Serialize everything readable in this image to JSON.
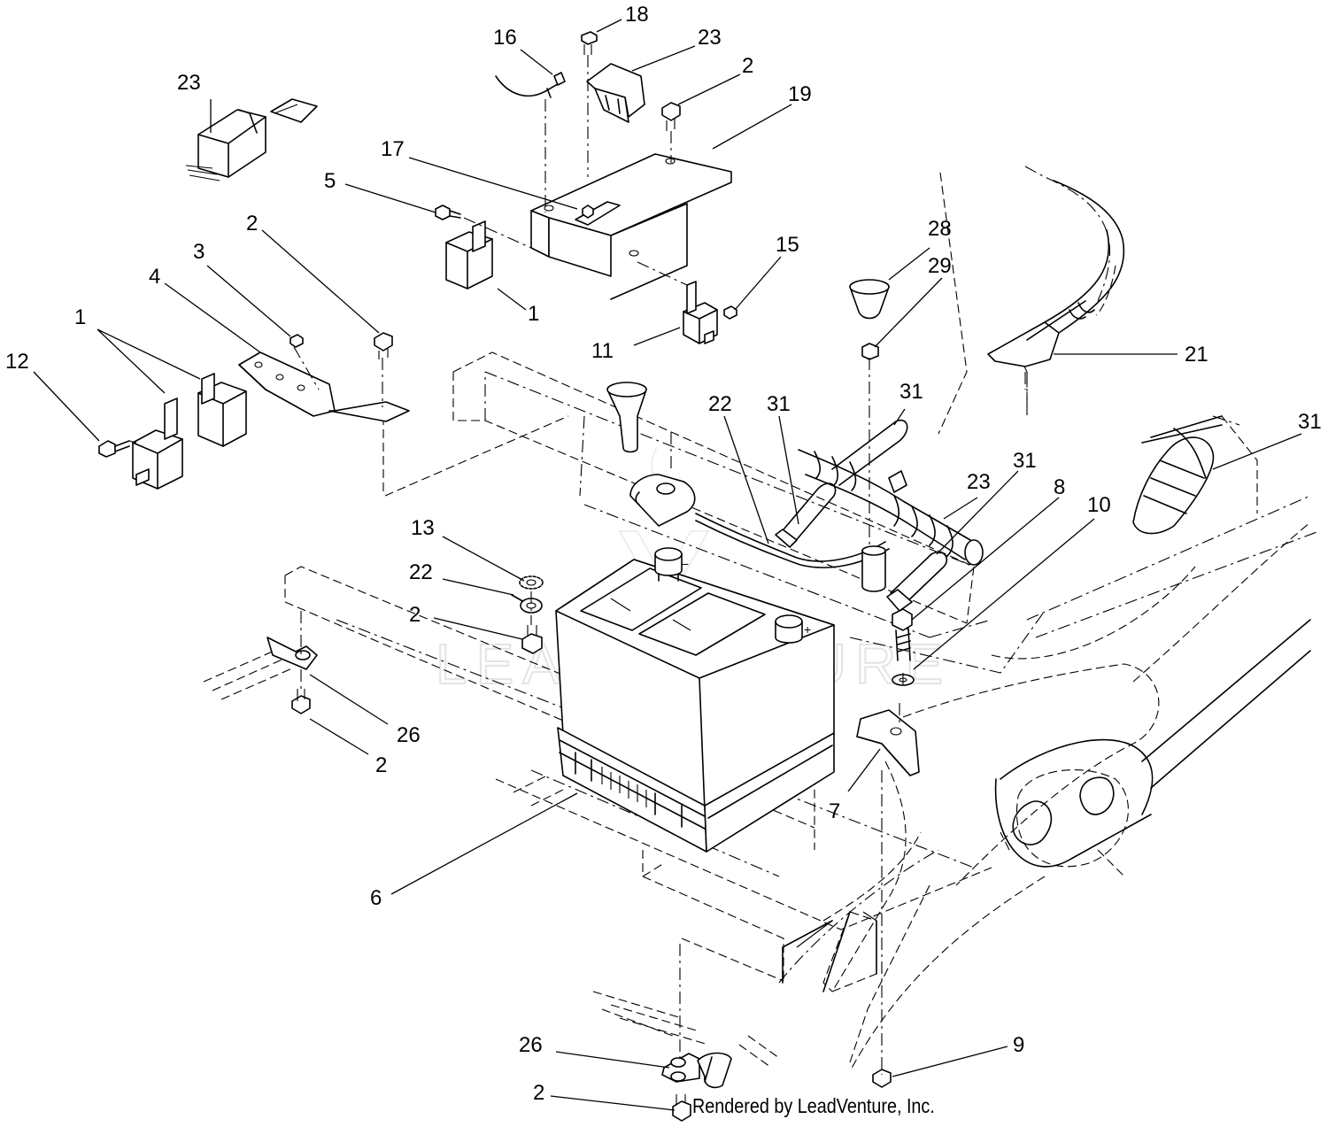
{
  "watermark": "LEADVENTURE",
  "credit": "Rendered by LeadVenture, Inc.",
  "callouts": [
    {
      "id": "c18",
      "text": "18"
    },
    {
      "id": "c16",
      "text": "16"
    },
    {
      "id": "c23a",
      "text": "23"
    },
    {
      "id": "c2a",
      "text": "2"
    },
    {
      "id": "c19",
      "text": "19"
    },
    {
      "id": "c23b",
      "text": "23"
    },
    {
      "id": "c17",
      "text": "17"
    },
    {
      "id": "c5",
      "text": "5"
    },
    {
      "id": "c2b",
      "text": "2"
    },
    {
      "id": "c3",
      "text": "3"
    },
    {
      "id": "c4",
      "text": "4"
    },
    {
      "id": "c1a",
      "text": "1"
    },
    {
      "id": "c1b",
      "text": "1"
    },
    {
      "id": "c12",
      "text": "12"
    },
    {
      "id": "c15",
      "text": "15"
    },
    {
      "id": "c11",
      "text": "11"
    },
    {
      "id": "c28",
      "text": "28"
    },
    {
      "id": "c29",
      "text": "29"
    },
    {
      "id": "c21",
      "text": "21"
    },
    {
      "id": "c31a",
      "text": "31"
    },
    {
      "id": "c22a",
      "text": "22"
    },
    {
      "id": "c31b",
      "text": "31"
    },
    {
      "id": "c31c",
      "text": "31"
    },
    {
      "id": "c23c",
      "text": "23"
    },
    {
      "id": "c31d",
      "text": "31"
    },
    {
      "id": "c8",
      "text": "8"
    },
    {
      "id": "c10",
      "text": "10"
    },
    {
      "id": "c13",
      "text": "13"
    },
    {
      "id": "c22b",
      "text": "22"
    },
    {
      "id": "c2c",
      "text": "2"
    },
    {
      "id": "c26a",
      "text": "26"
    },
    {
      "id": "c2d",
      "text": "2"
    },
    {
      "id": "c7",
      "text": "7"
    },
    {
      "id": "c6",
      "text": "6"
    },
    {
      "id": "c9",
      "text": "9"
    },
    {
      "id": "c26b",
      "text": "26"
    },
    {
      "id": "c2e",
      "text": "2"
    }
  ]
}
